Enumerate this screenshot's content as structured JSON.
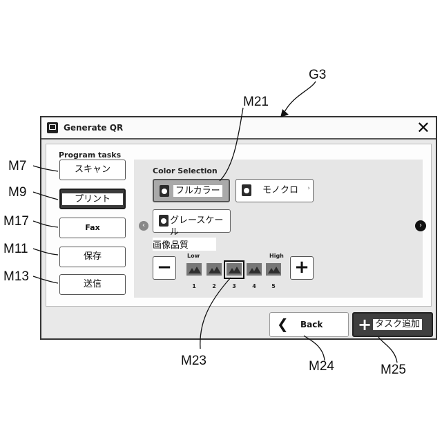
{
  "callouts": {
    "g3": "G3",
    "m21": "M21",
    "m7": "M7",
    "m9": "M9",
    "m17": "M17",
    "m11": "M11",
    "m13": "M13",
    "m23": "M23",
    "m24": "M24",
    "m25": "M25"
  },
  "window": {
    "title": "Generate QR",
    "close_glyph": "✕"
  },
  "program_tasks": {
    "label": "Program tasks",
    "items": [
      "スキャン",
      "プリント",
      "Fax",
      "保存",
      "送信"
    ],
    "selected_index": 1
  },
  "color_selection": {
    "label": "Color Selection",
    "options": [
      "フルカラー",
      "モノクロ",
      "グレースケール"
    ],
    "selected_index": 0,
    "more_glyph": "›"
  },
  "nav": {
    "left_glyph": "‹",
    "right_glyph": "›"
  },
  "image_quality": {
    "label": "画像品質",
    "low_label": "Low",
    "high_label": "High",
    "minus_glyph": "−",
    "plus_glyph": "+",
    "levels": [
      "1",
      "2",
      "3",
      "4",
      "5"
    ],
    "selected_level": 3
  },
  "footer": {
    "back_glyph": "❮",
    "back_label": "Back",
    "add_glyph": "+",
    "add_label": "タスク追加"
  }
}
